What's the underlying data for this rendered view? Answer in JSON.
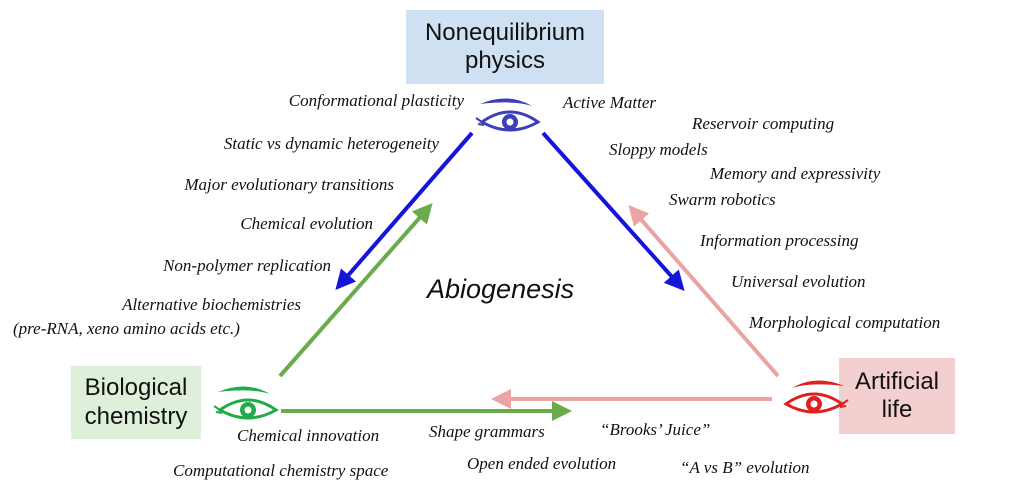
{
  "title": "Abiogenesis",
  "nodes": {
    "top": {
      "lines": [
        "Nonequilibrium",
        "physics"
      ],
      "eye_color": "#3b3fb8",
      "box_color": "#cfe0f2"
    },
    "left": {
      "lines": [
        "Biological",
        "chemistry"
      ],
      "eye_color": "#22a94a",
      "box_color": "#dff0da"
    },
    "right": {
      "lines": [
        "Artificial",
        "life"
      ],
      "eye_color": "#e02020",
      "box_color": "#f4cfcf"
    }
  },
  "arrows": {
    "physics_to_chemistry": "#1515d8",
    "chemistry_to_physics": "#6aac4c",
    "physics_to_alife": "#1515d8",
    "alife_to_physics": "#eba3a3",
    "chemistry_to_alife": "#6aac4c",
    "alife_to_chemistry": "#eba3a3"
  },
  "left_edge_labels": [
    "Conformational plasticity",
    "Static vs dynamic heterogeneity",
    "Major evolutionary transitions",
    "Chemical evolution",
    "Non-polymer replication",
    "Alternative biochemistries",
    "(pre-RNA, xeno amino acids etc.)"
  ],
  "right_edge_labels": [
    "Active Matter",
    "Reservoir computing",
    "Sloppy models",
    "Memory and expressivity",
    "Swarm robotics",
    "Information processing",
    "Universal evolution",
    "Morphological computation"
  ],
  "bottom_edge_labels": [
    "Chemical innovation",
    "Shape grammars",
    "“Brooks’ Juice”",
    "Computational chemistry space",
    "Open ended evolution",
    "“A vs B” evolution"
  ]
}
